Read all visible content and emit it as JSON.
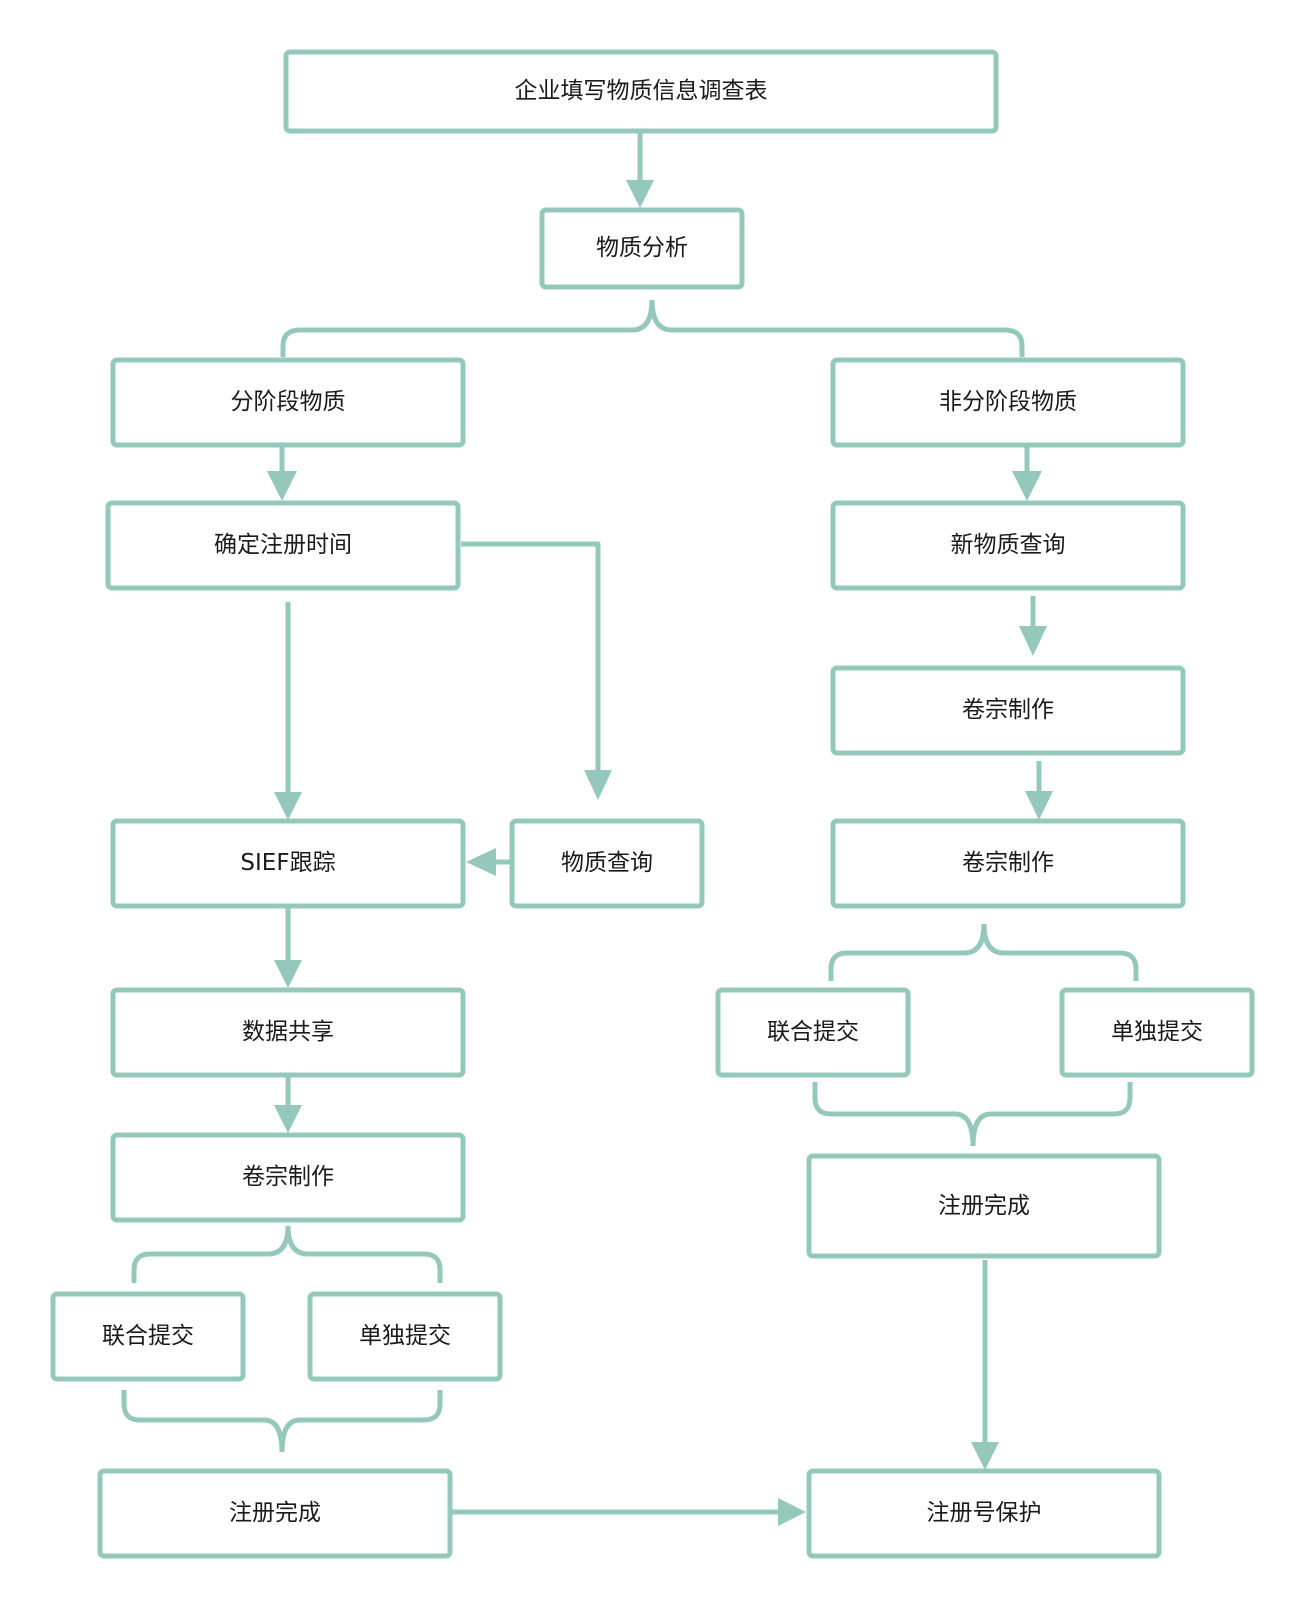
{
  "colors": {
    "stroke": "#95c8bd",
    "text": "#1a1a1a",
    "background": "#ffffff"
  },
  "nodes": {
    "survey": "企业填写物质信息调查表",
    "analysis": "物质分析",
    "phased": "分阶段物质",
    "non_phased": "非分阶段物质",
    "reg_time": "确定注册时间",
    "new_query": "新物质查询",
    "dossier_r1": "卷宗制作",
    "sief": "SIEF跟踪",
    "substance_query": "物质查询",
    "dossier_r2": "卷宗制作",
    "data_share": "数据共享",
    "joint_r": "联合提交",
    "single_r": "单独提交",
    "dossier_l": "卷宗制作",
    "reg_done_r": "注册完成",
    "joint_l": "联合提交",
    "single_l": "单独提交",
    "reg_done_l": "注册完成",
    "protection": "注册号保护"
  }
}
